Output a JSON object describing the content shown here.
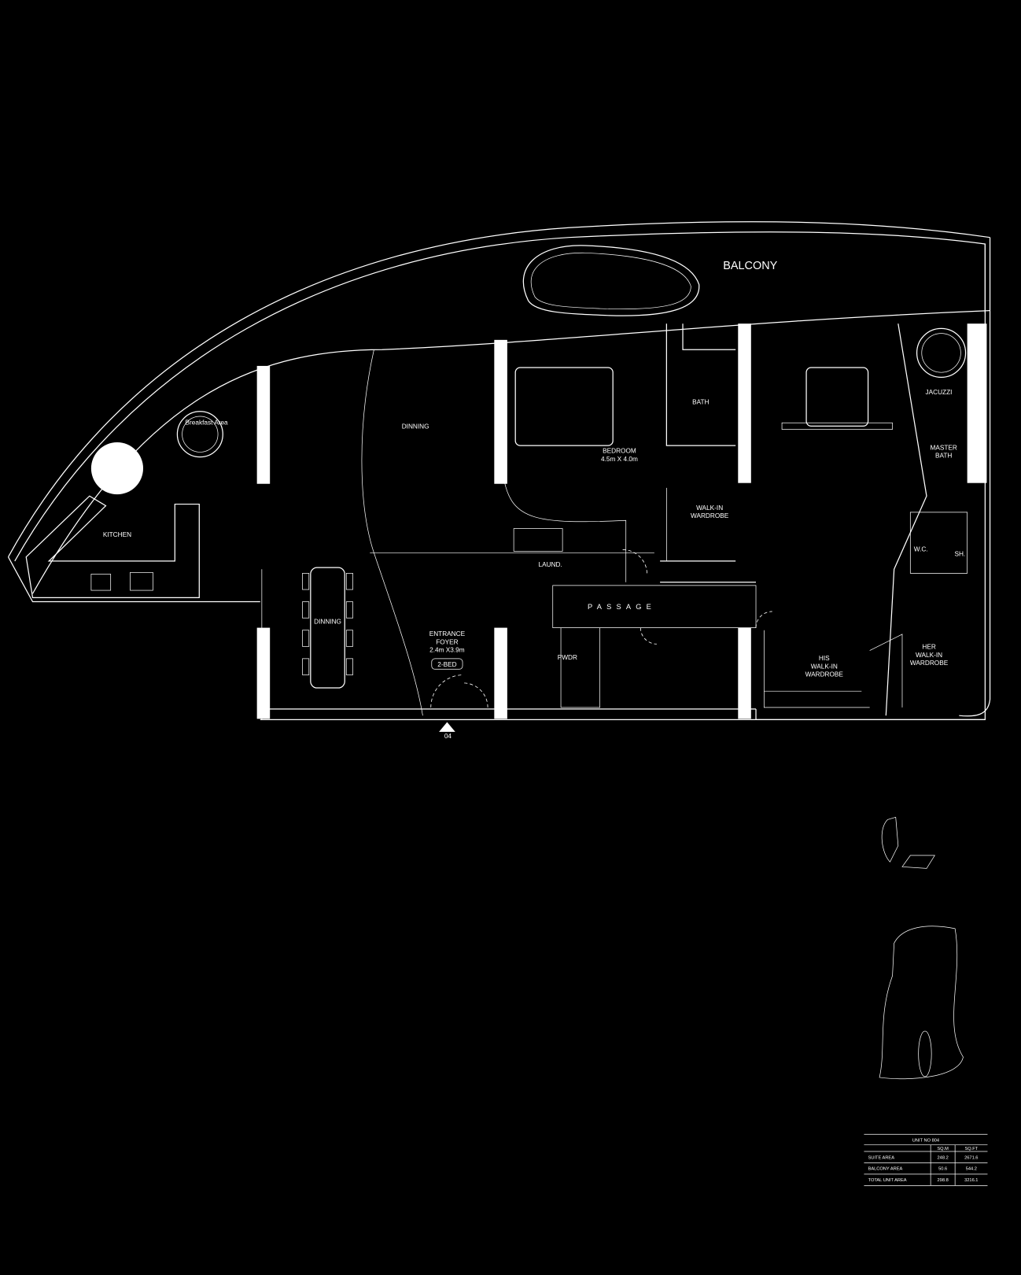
{
  "plan": {
    "rooms": {
      "balcony": "BALCONY",
      "kitchen": "KITCHEN",
      "breakfast": "Breakfast Area",
      "dinning_upper": "DINNING",
      "dinning_lower": "DINNING",
      "entrance_title": "ENTRANCE",
      "entrance_title2": "FOYER",
      "entrance_size": "2.4m X3.9m",
      "unit_type_badge": "2-BED",
      "entry_marker": "04",
      "passage": "PASSAGE",
      "powder": "PWDR",
      "laundry": "LAUND.",
      "bedroom": "BEDROOM",
      "bedroom_size": "4.5m X 4.0m",
      "bath": "BATH",
      "walkin_1": "WALK-IN",
      "walkin_2": "WARDROBE",
      "jacuzzi": "JACUZZI",
      "master_bath_1": "MASTER",
      "master_bath_2": "BATH",
      "wc": "W.C.",
      "shower": "SH.",
      "his_1": "HIS",
      "his_2": "WALK-IN",
      "his_3": "WARDROBE",
      "her_1": "HER",
      "her_2": "WALK-IN",
      "her_3": "WARDROBE"
    }
  },
  "area_table": {
    "title": "UNIT NO 804",
    "columns": [
      "",
      "SQ.M",
      "SQ.FT"
    ],
    "rows": [
      {
        "label": "SUITE AREA",
        "sqm": "248.2",
        "sqft": "2671.6"
      },
      {
        "label": "BALCONY AREA",
        "sqm": "50.6",
        "sqft": "544.2"
      },
      {
        "label": "TOTAL UNIT AREA",
        "sqm": "298.8",
        "sqft": "3216.1"
      }
    ]
  }
}
